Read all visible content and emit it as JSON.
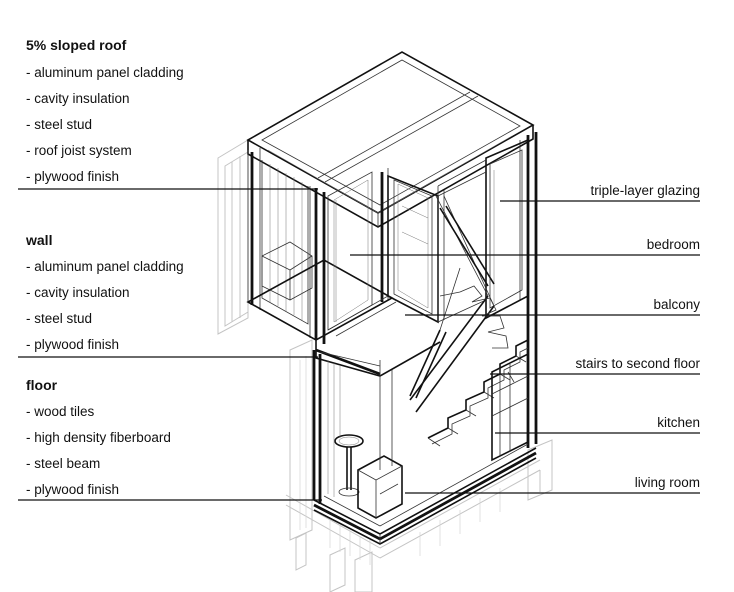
{
  "legend_groups": [
    {
      "title": "5% sloped roof",
      "items": [
        "- aluminum panel cladding",
        "- cavity insulation",
        "- steel stud",
        "- roof joist system",
        "- plywood finish"
      ]
    },
    {
      "title": "wall",
      "items": [
        "- aluminum panel cladding",
        "- cavity insulation",
        "- steel stud",
        "- plywood finish"
      ]
    },
    {
      "title": "floor",
      "items": [
        "- wood tiles",
        "- high density fiberboard",
        "- steel beam",
        "- plywood finish"
      ]
    }
  ],
  "callouts": {
    "glazing": "triple-layer glazing",
    "bedroom": "bedroom",
    "balcony": "balcony",
    "stairs": "stairs to second floor",
    "kitchen": "kitchen",
    "living": "living room"
  }
}
